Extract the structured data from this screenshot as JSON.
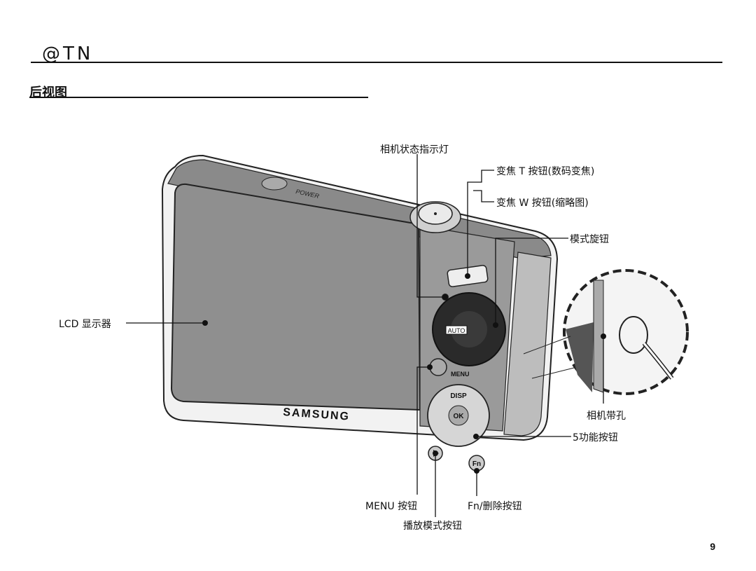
{
  "header": {
    "title": "@TN"
  },
  "section": {
    "title": "后视图"
  },
  "callouts": {
    "status_lamp": "相机状态指示灯",
    "zoom_t": "变焦 T 按钮(数码变焦)",
    "zoom_w": "变焦 W 按钮(缩略图)",
    "mode_dial": "模式旋钮",
    "lcd": "LCD 显示器",
    "strap": "相机带孔",
    "five_func": "5功能按钮",
    "menu": "MENU 按钮",
    "fn_delete": "Fn/删除按钮",
    "play": "播放模式按钮"
  },
  "camera": {
    "brand": "SAMSUNG",
    "power": "POWER",
    "disp": "DISP",
    "ok": "OK",
    "menu_btn": "MENU",
    "auto": "AUTO",
    "fn": "Fn"
  },
  "footer": {
    "page_number": "9"
  }
}
